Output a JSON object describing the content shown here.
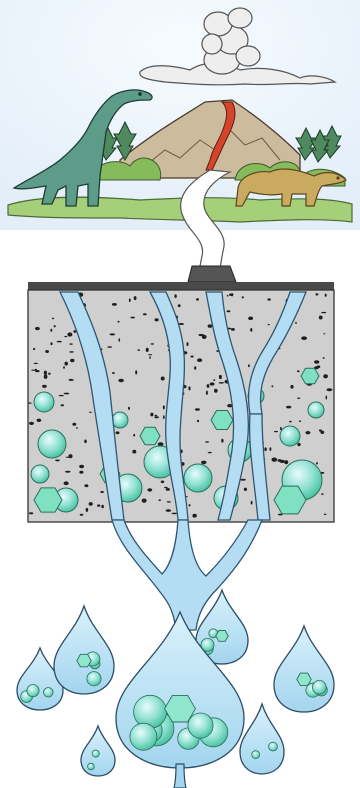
{
  "image": {
    "kind": "illustration",
    "subjects": [
      "volcano",
      "long-neck-dinosaur",
      "small-dinosaur",
      "pine-trees",
      "rock-layer",
      "water-channels",
      "crystals",
      "water-drops"
    ]
  },
  "colors": {
    "sky": "#eaf3fb",
    "ground": "#9ccb6e",
    "grass": "#7fb55a",
    "volcano": "#c8b69a",
    "lava": "#d8432a",
    "smoke": "#e9e9e9",
    "dino_large": "#4e8f7d",
    "dino_small": "#c9a95c",
    "rock": "#c9c9c9",
    "rock_speck": "#222222",
    "water": "#a8d8f0",
    "water_edge": "#2b4d66",
    "crystal": "#6ad6b4",
    "crystal_edge": "#2c6e5b"
  }
}
